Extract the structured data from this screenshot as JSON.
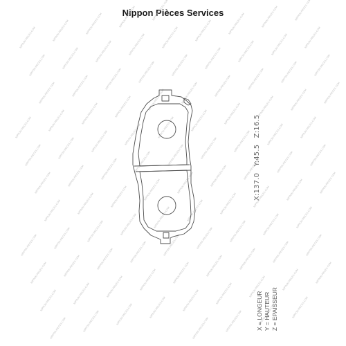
{
  "title": "Nippon Pièces Services",
  "watermark_text": "NIPPON-PIECES.COM",
  "dimensions": {
    "x": "X:137.0",
    "y": "Y:45.5",
    "z": "Z:16.5"
  },
  "legend": [
    "X = LONGEUR",
    "Y = HAUTEUR",
    "Z = EPAISSEUR"
  ]
}
